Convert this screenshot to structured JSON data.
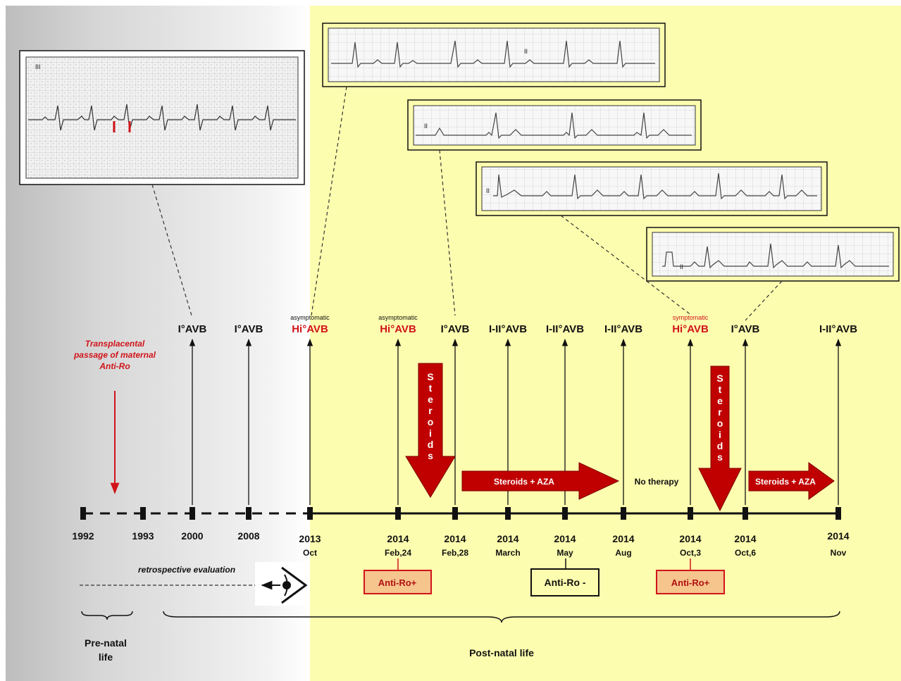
{
  "diagram": {
    "maternal_note": [
      "Transplacental",
      "passage of maternal",
      "Anti-Ro"
    ],
    "retrospective_label": "retrospective evaluation",
    "prenatal_label": [
      "Pre-natal",
      "life"
    ],
    "postnatal_label": "Post-natal life",
    "events": [
      {
        "year": "1992",
        "sub": ""
      },
      {
        "year": "1993",
        "sub": ""
      },
      {
        "year": "2000",
        "sub": "",
        "status": "I°AVB"
      },
      {
        "year": "2008",
        "sub": "",
        "status": "I°AVB"
      },
      {
        "year": "2013",
        "sub": "Oct",
        "status": "Hi°AVB",
        "pre": "asymptomatic"
      },
      {
        "year": "2014",
        "sub": "Feb,24",
        "status": "Hi°AVB",
        "pre": "asymptomatic"
      },
      {
        "year": "2014",
        "sub": "Feb,28",
        "status": "I°AVB"
      },
      {
        "year": "2014",
        "sub": "March",
        "status": "I-II°AVB"
      },
      {
        "year": "2014",
        "sub": "May",
        "status": "I-II°AVB"
      },
      {
        "year": "2014",
        "sub": "Aug",
        "status": "I-II°AVB"
      },
      {
        "year": "2014",
        "sub": "Oct,3",
        "status": "Hi°AVB",
        "pre": "symptomatic"
      },
      {
        "year": "2014",
        "sub": "Oct,6",
        "status": "I°AVB"
      },
      {
        "year": "2014",
        "sub": "Nov",
        "status": "I-II°AVB"
      }
    ],
    "therapies": {
      "steroids_vertical": "Steroids",
      "steroids_aza": "Steroids + AZA",
      "no_therapy": "No therapy"
    },
    "antibody_tests": [
      "Anti-Ro+",
      "Anti-Ro -",
      "Anti-Ro+"
    ],
    "ecg_lead_labels": [
      "III",
      "II",
      "II",
      "II",
      "II"
    ]
  },
  "colors": {
    "accent_red": "#d0141a",
    "arrow_red": "#c00000",
    "highlight_yellow": "#fdfdaf",
    "antibody_box_fill": "#f6c48d"
  }
}
